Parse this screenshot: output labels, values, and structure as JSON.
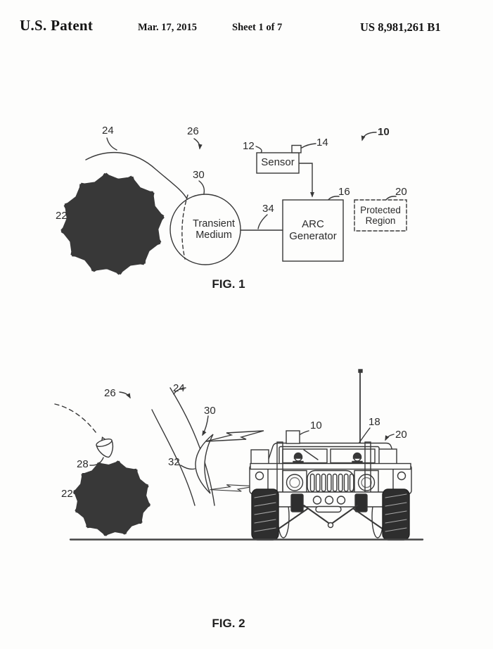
{
  "header": {
    "patent_label": "U.S. Patent",
    "date": "Mar. 17, 2015",
    "sheet": "Sheet 1 of 7",
    "patent_number": "US 8,981,261 B1"
  },
  "fig1": {
    "caption": "FIG. 1",
    "labels": {
      "sensor": "Sensor",
      "arc_generator": "ARC\nGenerator",
      "protected_region": "Protected\nRegion",
      "transient_medium": "Transient\nMedium"
    },
    "refs": {
      "r10": "10",
      "r12": "12",
      "r14": "14",
      "r16": "16",
      "r20": "20",
      "r22": "22",
      "r24": "24",
      "r26": "26",
      "r30": "30",
      "r34": "34"
    }
  },
  "fig2": {
    "caption": "FIG. 2",
    "refs": {
      "r10": "10",
      "r18": "18",
      "r20": "20",
      "r22": "22",
      "r24": "24",
      "r26": "26",
      "r28": "28",
      "r30": "30",
      "r32": "32"
    }
  },
  "colors": {
    "ink": "#383838",
    "text": "#2b2b2b",
    "tire": "#2e2e2e"
  }
}
